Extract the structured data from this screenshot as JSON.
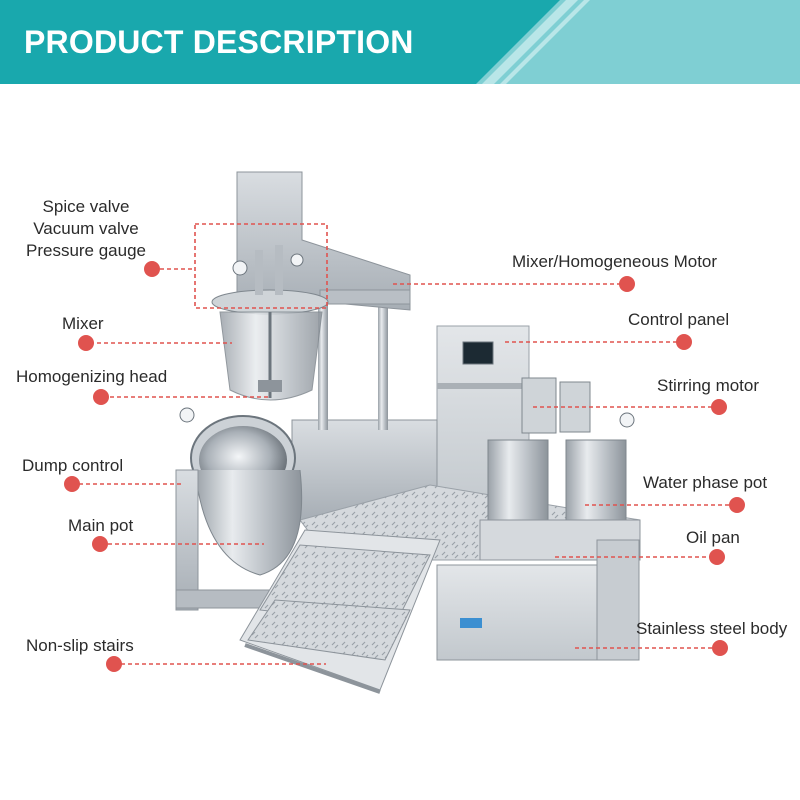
{
  "header": {
    "title": "PRODUCT DESCRIPTION"
  },
  "colors": {
    "banner_primary": "#19a8ad",
    "banner_light": "#7fcfd3",
    "dot": "#e0534f",
    "dash": "#e0534f",
    "steel": "#c9ced3"
  },
  "labels": {
    "spice_valve": "Spice valve",
    "vacuum_valve": "Vacuum valve",
    "pressure_gauge": "Pressure gauge",
    "mixer": "Mixer",
    "homogenizing_head": "Homogenizing head",
    "dump_control": "Dump control",
    "main_pot": "Main pot",
    "non_slip_stairs": "Non-slip stairs",
    "mixer_motor": "Mixer/Homogeneous Motor",
    "control_panel": "Control panel",
    "stirring_motor": "Stirring motor",
    "water_phase_pot": "Water phase pot",
    "oil_pan": "Oil pan",
    "stainless_body": "Stainless steel body"
  }
}
